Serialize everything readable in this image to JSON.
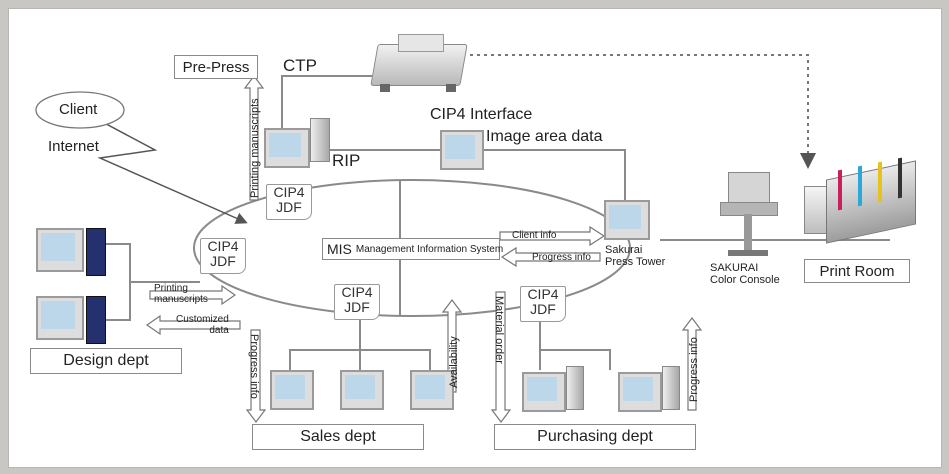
{
  "labels": {
    "client": "Client",
    "internet": "Internet",
    "pre_press": "Pre-Press",
    "ctp": "CTP",
    "rip": "RIP",
    "cip4_interface": "CIP4 Interface",
    "image_area_data": "Image area data",
    "mis_short": "MIS",
    "mis_full": "Management Information System",
    "client_info": "Client info",
    "progress_info": "Progress info",
    "sakurai_press_tower_line1": "Sakurai",
    "sakurai_press_tower_line2": "Press Tower",
    "sakurai_color_console_line1": "SAKURAI",
    "sakurai_color_console_line2": "Color Console",
    "print_room": "Print Room",
    "design_dept": "Design dept",
    "sales_dept": "Sales dept",
    "purchasing_dept": "Purchasing dept",
    "printing_manuscripts": "Printing manuscripts",
    "printing_manuscripts_line1": "Printing",
    "printing_manuscripts_line2": "manuscripts",
    "customized_line1": "Customized",
    "customized_line2": "data",
    "availability": "Availability",
    "material_order": "Material order",
    "progress_info_vertical": "Progress info",
    "cip4": "CIP4",
    "jdf": "JDF"
  },
  "colors": {
    "line": "#8a8a8a",
    "monitor": "#c9dceb",
    "tower_blue": "#25306e"
  }
}
